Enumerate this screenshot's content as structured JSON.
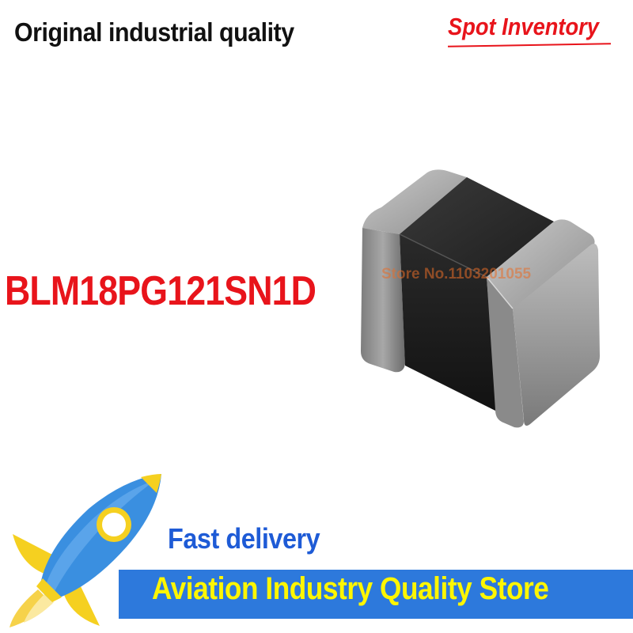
{
  "header": {
    "headline": "Original industrial quality",
    "spot_label": "Spot Inventory"
  },
  "product": {
    "part_number": "BLM18PG121SN1D",
    "watermark": "Store No.1103201055"
  },
  "promo": {
    "fast_delivery": "Fast delivery",
    "store_banner": "Aviation Industry Quality Store"
  },
  "colors": {
    "accent_red": "#e8141b",
    "delivery_blue": "#1e5bd6",
    "banner_blue": "#2d79dc",
    "banner_text_yellow": "#fff600",
    "rocket_blue": "#3a8fe0",
    "rocket_yellow": "#f5d020"
  },
  "icons": {
    "product_image": "ferrite-bead-chip",
    "rocket": "rocket-icon"
  }
}
